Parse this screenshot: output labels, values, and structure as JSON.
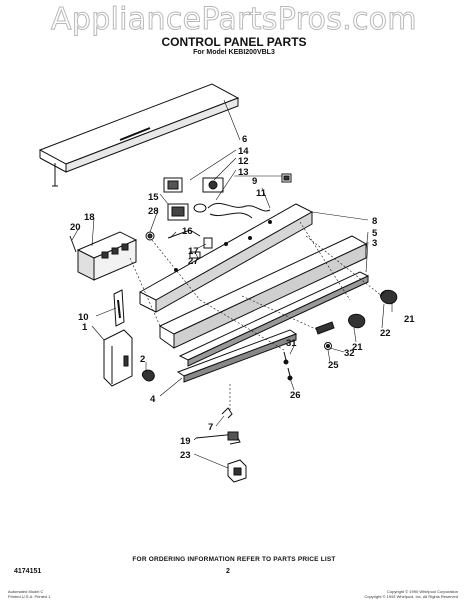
{
  "watermark": "AppliancePartsPros.com",
  "title": "CONTROL PANEL PARTS",
  "model": "For Model KEBI200VBL3",
  "footer_note": "FOR ORDERING INFORMATION REFER TO PARTS PRICE LIST",
  "page_number": "2",
  "doc_number": "4174151",
  "corner_left": [
    "Automated Model C",
    "Printed U.S.A. Printed 1"
  ],
  "corner_right": [
    "Copyright © 1990 Whirlpool Corporation",
    "Copyright © 1993 Whirlpool, Inc. All Rights Reserved"
  ],
  "callouts": {
    "c6": "6",
    "c14": "14",
    "c12": "12",
    "c13": "13",
    "c9": "9",
    "c11": "11",
    "c15": "15",
    "c28": "28",
    "c16": "16",
    "c18": "18",
    "c20": "20",
    "c17": "17",
    "c27": "27",
    "c8": "8",
    "c5": "5",
    "c3": "3",
    "c10": "10",
    "c1": "1",
    "c2": "2",
    "c4": "4",
    "c21a": "21",
    "c22": "22",
    "c21b": "21",
    "c31": "31",
    "c32": "32",
    "c25": "25",
    "c26": "26",
    "c7": "7",
    "c19": "19",
    "c23": "23"
  },
  "colors": {
    "ink": "#111111",
    "watermark_outline": "#b9b9b9"
  }
}
